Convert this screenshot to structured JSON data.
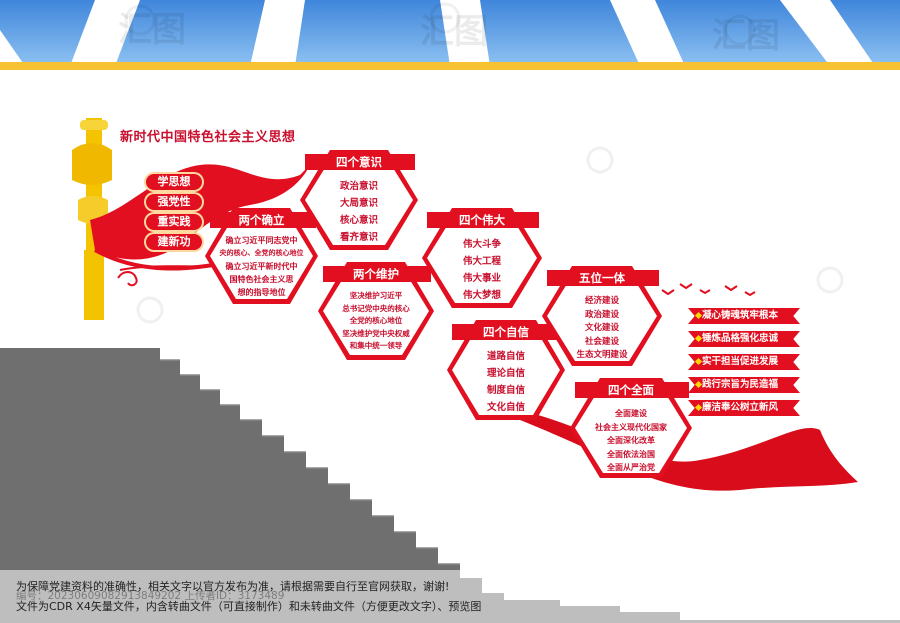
{
  "title": "新时代中国特色社会主义思想",
  "left_pills": [
    "学思想",
    "强党性",
    "重实践",
    "建新功"
  ],
  "hexagons": [
    {
      "title": "两个确立",
      "items": [
        "确立习近平同志党中",
        "央的核心、全党的核心地位",
        "确立习近平新时代中",
        "国特色社会主义思",
        "想的指导地位"
      ]
    },
    {
      "title": "四个意识",
      "items": [
        "政治意识",
        "大局意识",
        "核心意识",
        "看齐意识"
      ]
    },
    {
      "title": "两个维护",
      "items": [
        "坚决维护习近平",
        "总书记党中央的核心",
        "全党的核心地位",
        "坚决维护党中央权威",
        "和集中统一领导"
      ]
    },
    {
      "title": "四个伟大",
      "items": [
        "伟大斗争",
        "伟大工程",
        "伟大事业",
        "伟大梦想"
      ]
    },
    {
      "title": "四个自信",
      "items": [
        "道路自信",
        "理论自信",
        "制度自信",
        "文化自信"
      ]
    },
    {
      "title": "五位一体",
      "items": [
        "经济建设",
        "政治建设",
        "文化建设",
        "社会建设",
        "生态文明建设"
      ]
    },
    {
      "title": "四个全面",
      "items": [
        "全面建设",
        "社会主义现代化国家",
        "全面深化改革",
        "全面依法治国",
        "全面从严治党"
      ]
    }
  ],
  "right_ribbons": [
    "凝心铸魂筑牢根本",
    "锤炼品格强化忠诚",
    "实干担当促进发展",
    "践行宗旨为民造福",
    "廉洁奉公树立新风"
  ],
  "footer": {
    "line1": "为保障党建资料的准确性，相关文字以官方发布为准，请根据需要自行至官网获取，谢谢!",
    "line2": "文件为CDR X4矢量文件，内含转曲文件（可直接制作）和未转曲文件（方便更改文字）、预览图"
  },
  "watermark": {
    "id_line": "编号：20230609082913849202  上传者ID：3173489",
    "brand": "汇图"
  },
  "colors": {
    "accent": "#e10f1f",
    "gold": "#f7c600",
    "sky": "#5aa0e6",
    "stair": "#707070"
  }
}
